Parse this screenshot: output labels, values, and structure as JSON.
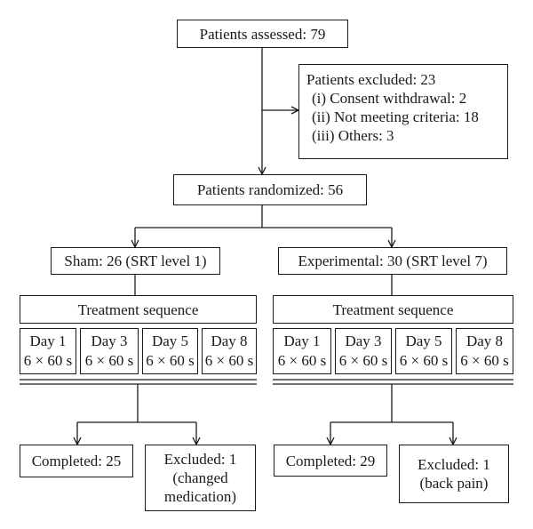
{
  "assessed": "Patients assessed: 79",
  "excluded_top": {
    "title": "Patients excluded: 23",
    "items": [
      "(i) Consent withdrawal: 2",
      "(ii) Not meeting criteria: 18",
      "(iii) Others: 3"
    ]
  },
  "randomized": "Patients randomized: 56",
  "arms": [
    {
      "name": "Sham: 26 (SRT level 1)",
      "sequence_label": "Treatment sequence",
      "days": [
        {
          "day": "Day 1",
          "dose": "6 × 60 s"
        },
        {
          "day": "Day 3",
          "dose": "6 × 60 s"
        },
        {
          "day": "Day 5",
          "dose": "6 × 60 s"
        },
        {
          "day": "Day 8",
          "dose": "6 × 60 s"
        }
      ],
      "completed": "Completed: 25",
      "excluded_lines": [
        "Excluded: 1",
        "(changed",
        "medication)"
      ]
    },
    {
      "name": "Experimental: 30 (SRT level 7)",
      "sequence_label": "Treatment sequence",
      "days": [
        {
          "day": "Day 1",
          "dose": "6 × 60 s"
        },
        {
          "day": "Day 3",
          "dose": "6 × 60 s"
        },
        {
          "day": "Day 5",
          "dose": "6 × 60 s"
        },
        {
          "day": "Day 8",
          "dose": "6 × 60 s"
        }
      ],
      "completed": "Completed: 29",
      "excluded_lines": [
        "Excluded: 1",
        "(back pain)"
      ]
    }
  ]
}
